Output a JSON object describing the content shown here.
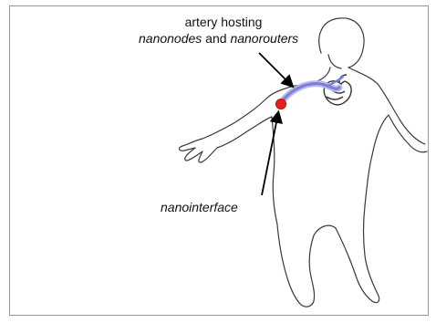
{
  "labels": {
    "artery_line1": "artery hosting",
    "artery_line2_part1": "nanonodes",
    "artery_line2_part2": " and ",
    "artery_line2_part3": "nanorouters",
    "nanointerface": "nanointerface"
  },
  "colors": {
    "artery": "#7c7fd6",
    "nanointerface": "#e0201a",
    "outline": "#3a3a3a",
    "arrow": "#000000"
  }
}
